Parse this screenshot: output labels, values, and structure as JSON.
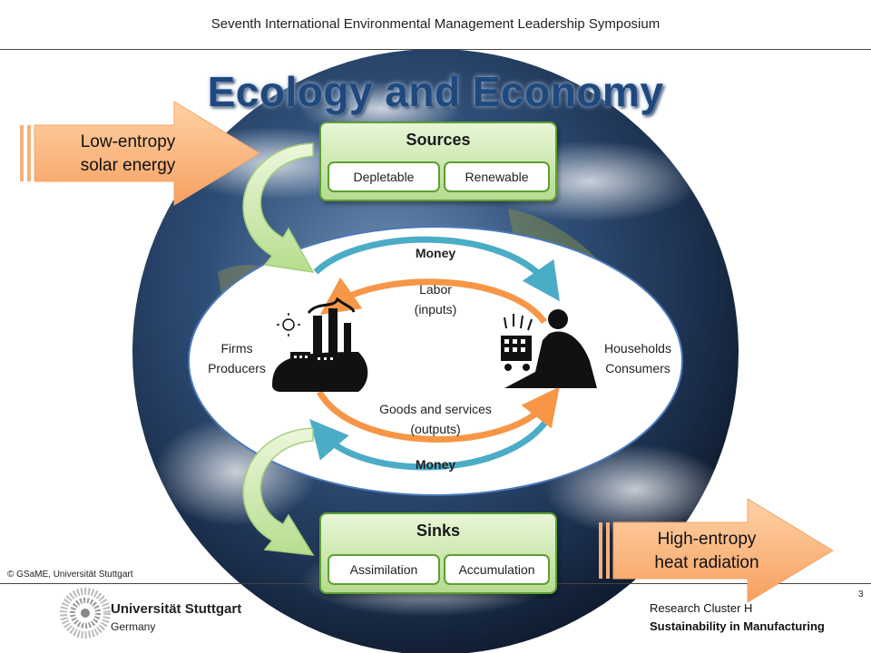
{
  "header": {
    "title": "Seventh International Environmental Management Leadership Symposium"
  },
  "slide": {
    "title": "Ecology and Economy"
  },
  "sources": {
    "title": "Sources",
    "left": "Depletable",
    "right": "Renewable"
  },
  "sinks": {
    "title": "Sinks",
    "left": "Assimilation",
    "right": "Accumulation"
  },
  "inflow": {
    "line1": "Low-entropy",
    "line2": "solar energy"
  },
  "outflow": {
    "line1": "High-entropy",
    "line2": "heat radiation"
  },
  "cycle": {
    "money_top": "Money",
    "labor_line1": "Labor",
    "labor_line2": "(inputs)",
    "goods_line1": "Goods and services",
    "goods_line2": "(outputs)",
    "money_bottom": "Money",
    "firms_line1": "Firms",
    "firms_line2": "Producers",
    "households_line1": "Households",
    "households_line2": "Consumers"
  },
  "footer": {
    "copyright": "© GSaME, Universität Stuttgart",
    "page_number": "3",
    "university": "Universität Stuttgart",
    "country": "Germany",
    "cluster": "Research Cluster H",
    "cluster_topic": "Sustainability in Manufacturing"
  },
  "colors": {
    "title": "#1F497D",
    "green_border": "#5e9e32",
    "blue_arrow": "#4BACC6",
    "orange_arrow": "#F79646"
  }
}
